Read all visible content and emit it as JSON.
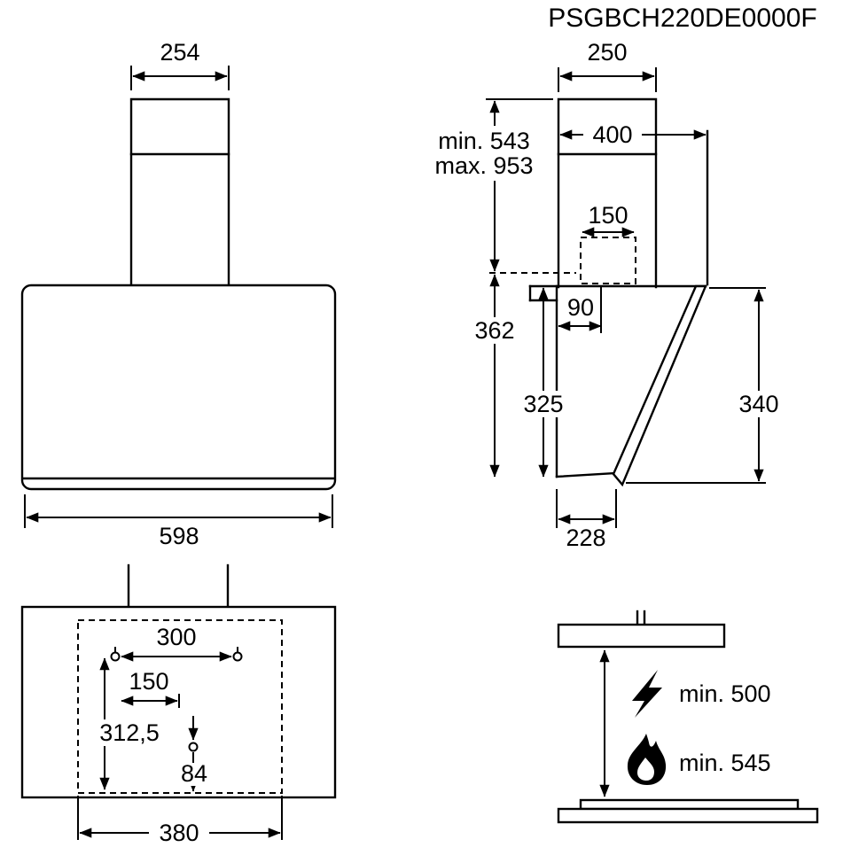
{
  "title": "PSGBCH220DE0000F",
  "colors": {
    "ink": "#000000",
    "paper": "#ffffff"
  },
  "icons": {
    "electric": "lightning-bolt-icon",
    "gas": "flame-icon",
    "mounting_holes": "keyhole-icon"
  },
  "front_view": {
    "dims": {
      "chimney_width": "254",
      "body_width": "598"
    }
  },
  "side_view": {
    "dims": {
      "chimney_depth": "250",
      "top_depth": "400",
      "chimney_height_min": "min. 543",
      "chimney_height_max": "max. 953",
      "duct_width": "150",
      "duct_offset": "90",
      "rear_height": "362",
      "inner_height": "325",
      "front_height": "340",
      "bottom_depth": "228"
    }
  },
  "template_view": {
    "dims": {
      "upper_holes_spacing": "300",
      "half_spacing": "150",
      "vertical_spacing": "312,5",
      "lower_hole_offset": "84",
      "template_width": "380"
    }
  },
  "clearance_view": {
    "electric_clearance": "min. 500",
    "gas_clearance": "min. 545"
  }
}
